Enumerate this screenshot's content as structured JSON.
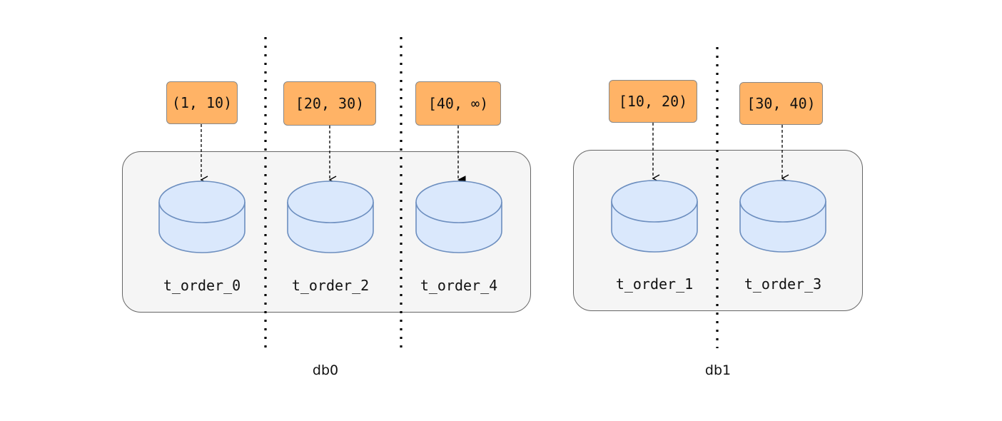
{
  "databases": [
    {
      "label": "db0",
      "tables": [
        {
          "name": "t_order_0",
          "range": "(1, 10)"
        },
        {
          "name": "t_order_2",
          "range": "[20, 30)"
        },
        {
          "name": "t_order_4",
          "range": "[40, ∞)"
        }
      ]
    },
    {
      "label": "db1",
      "tables": [
        {
          "name": "t_order_1",
          "range": "[10, 20)"
        },
        {
          "name": "t_order_3",
          "range": "[30, 40)"
        }
      ]
    }
  ],
  "colors": {
    "range_fill": "#ffb366",
    "cylinder_fill": "#dae8fc",
    "cylinder_stroke": "#6c8ebf",
    "group_fill": "#f5f5f5",
    "group_stroke": "#666666"
  }
}
